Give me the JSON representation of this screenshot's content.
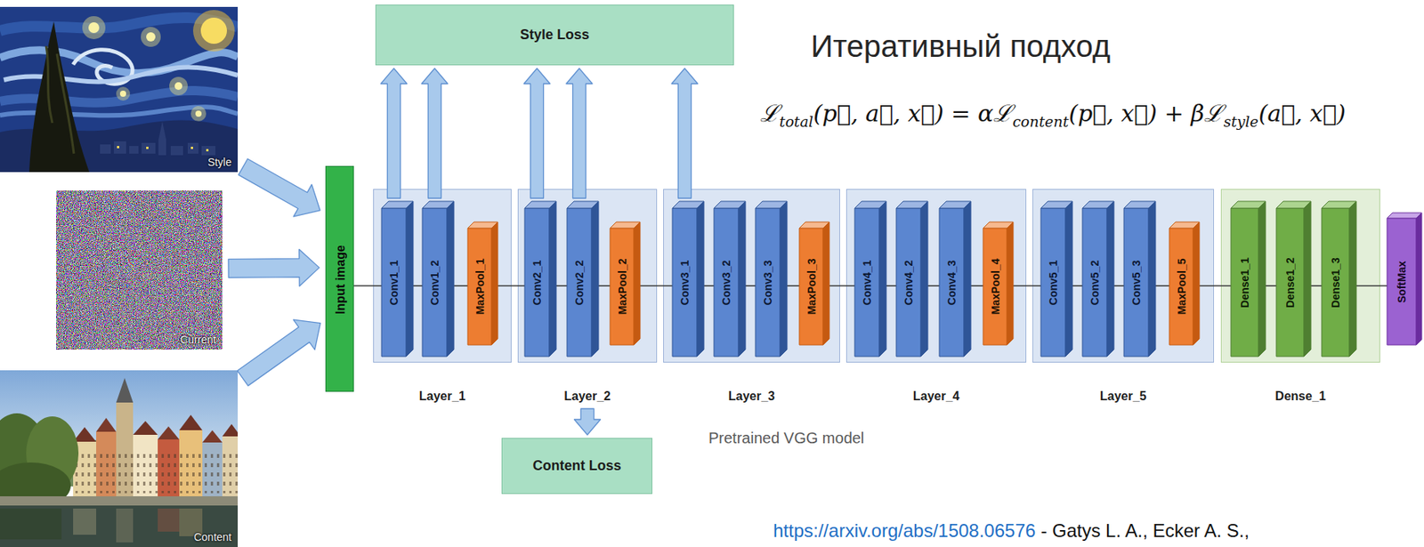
{
  "diagram": {
    "title": "Итеративный подход",
    "nodes": [
      {
        "text": [
          "Style"
        ]
      },
      {
        "text": [
          "Current"
        ]
      },
      {
        "text": [
          "Content"
        ]
      },
      {
        "text": [
          "Input image"
        ]
      },
      {
        "text": [
          "Style Loss"
        ]
      },
      {
        "text": [
          "Layer_1"
        ]
      },
      {
        "text": [
          "Conv1_1"
        ],
        "in": 5
      },
      {
        "text": [
          "Conv1_2"
        ],
        "in": 5
      },
      {
        "text": [
          "MaxPool_1"
        ],
        "in": 5
      },
      {
        "text": [
          "Layer_2"
        ]
      },
      {
        "text": [
          "Conv2_1"
        ],
        "in": 9
      },
      {
        "text": [
          "Conv2_2"
        ],
        "in": 9
      },
      {
        "text": [
          "MaxPool_2"
        ],
        "in": 9
      },
      {
        "text": [
          "Layer_3"
        ]
      },
      {
        "text": [
          "Conv3_1"
        ],
        "in": 13
      },
      {
        "text": [
          "Conv3_2"
        ],
        "in": 13
      },
      {
        "text": [
          "Conv3_3"
        ],
        "in": 13
      },
      {
        "text": [
          "MaxPool_3"
        ],
        "in": 13
      },
      {
        "text": [
          "Layer_4"
        ]
      },
      {
        "text": [
          "Conv4_1"
        ],
        "in": 18
      },
      {
        "text": [
          "Conv4_2"
        ],
        "in": 18
      },
      {
        "text": [
          "Conv4_3"
        ],
        "in": 18
      },
      {
        "text": [
          "MaxPool_4"
        ],
        "in": 18
      },
      {
        "text": [
          "Layer_5"
        ]
      },
      {
        "text": [
          "Conv5_1"
        ],
        "in": 23
      },
      {
        "text": [
          "Conv5_2"
        ],
        "in": 23
      },
      {
        "text": [
          "Conv5_3"
        ],
        "in": 23
      },
      {
        "text": [
          "MaxPool_5"
        ],
        "in": 23
      },
      {
        "text": [
          "Dense_1"
        ]
      },
      {
        "text": [
          "Dense1_1"
        ],
        "in": 28
      },
      {
        "text": [
          "Dense1_2"
        ],
        "in": 28
      },
      {
        "text": [
          "Dense1_3"
        ],
        "in": 28
      },
      {
        "text": [
          "SoftMax"
        ]
      },
      {
        "text": [
          "Content Loss"
        ]
      }
    ],
    "edges": [
      {
        "from": 0,
        "to": 3,
        "arrow": "to"
      },
      {
        "from": 1,
        "to": 3,
        "arrow": "to"
      },
      {
        "from": 2,
        "to": 3,
        "arrow": "to"
      },
      {
        "from": 6,
        "to": 4,
        "arrow": "to"
      },
      {
        "from": 7,
        "to": 4,
        "arrow": "to"
      },
      {
        "from": 10,
        "to": 4,
        "arrow": "to"
      },
      {
        "from": 11,
        "to": 4,
        "arrow": "to"
      },
      {
        "from": 14,
        "to": 4,
        "arrow": "to"
      },
      {
        "from": 9,
        "to": 33,
        "arrow": "to"
      },
      {
        "from": 3,
        "to": 6,
        "arrow": "none"
      },
      {
        "from": 6,
        "to": 7,
        "arrow": "none"
      },
      {
        "from": 7,
        "to": 8,
        "arrow": "none"
      },
      {
        "from": 8,
        "to": 10,
        "arrow": "none"
      },
      {
        "from": 10,
        "to": 11,
        "arrow": "none"
      },
      {
        "from": 11,
        "to": 12,
        "arrow": "none"
      },
      {
        "from": 12,
        "to": 14,
        "arrow": "none"
      },
      {
        "from": 14,
        "to": 15,
        "arrow": "none"
      },
      {
        "from": 15,
        "to": 16,
        "arrow": "none"
      },
      {
        "from": 16,
        "to": 17,
        "arrow": "none"
      },
      {
        "from": 17,
        "to": 19,
        "arrow": "none"
      },
      {
        "from": 19,
        "to": 20,
        "arrow": "none"
      },
      {
        "from": 20,
        "to": 21,
        "arrow": "none"
      },
      {
        "from": 21,
        "to": 22,
        "arrow": "none"
      },
      {
        "from": 22,
        "to": 24,
        "arrow": "none"
      },
      {
        "from": 24,
        "to": 25,
        "arrow": "none"
      },
      {
        "from": 25,
        "to": 26,
        "arrow": "none"
      },
      {
        "from": 26,
        "to": 27,
        "arrow": "none"
      },
      {
        "from": 27,
        "to": 29,
        "arrow": "none"
      },
      {
        "from": 29,
        "to": 30,
        "arrow": "none"
      },
      {
        "from": 30,
        "to": 31,
        "arrow": "none"
      },
      {
        "from": 31,
        "to": 32,
        "arrow": "none"
      }
    ],
    "labels": [
      "ℒ",
      "total",
      "(p⃗, a⃗, x⃗) = αℒ",
      "content",
      "(p⃗, x⃗) + βℒ",
      "style",
      "(a⃗, x⃗)",
      "Pretrained VGG model",
      "https://arxiv.org/abs/1508.06576",
      "- Gatys L. A., Ecker A. S.,"
    ]
  }
}
